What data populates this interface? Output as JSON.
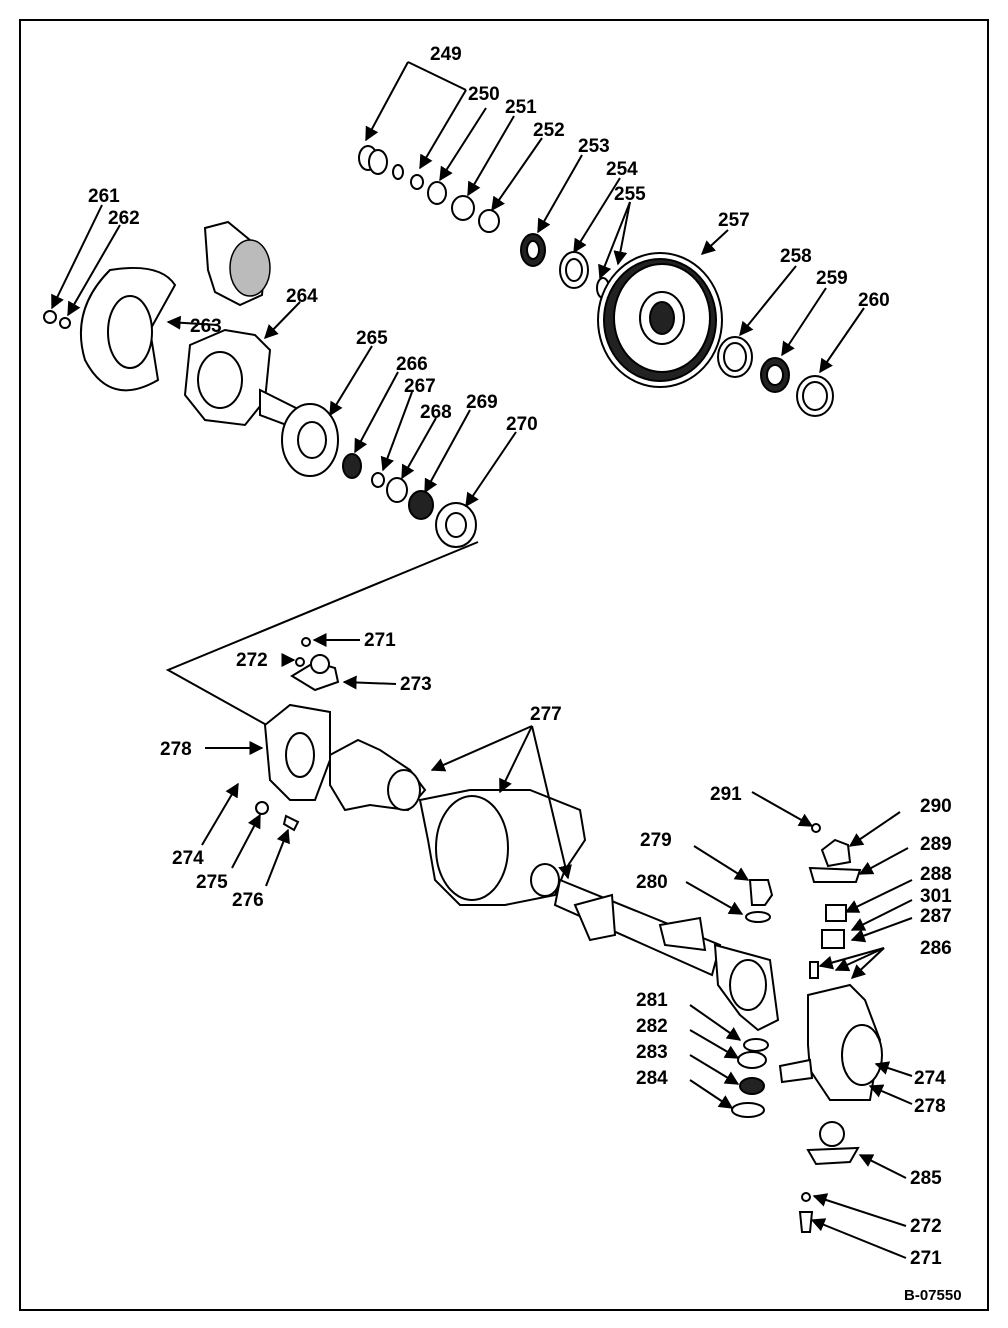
{
  "figure": {
    "reference_code": "B-07550",
    "callouts": {
      "c249": "249",
      "c250": "250",
      "c251": "251",
      "c252": "252",
      "c253": "253",
      "c254": "254",
      "c255": "255",
      "c257": "257",
      "c258": "258",
      "c259": "259",
      "c260": "260",
      "c261": "261",
      "c262": "262",
      "c263": "263",
      "c264": "264",
      "c265": "265",
      "c266": "266",
      "c267": "267",
      "c268": "268",
      "c269": "269",
      "c270": "270",
      "c271a": "271",
      "c272a": "272",
      "c273": "273",
      "c277": "277",
      "c278a": "278",
      "c274a": "274",
      "c275": "275",
      "c276": "276",
      "c291": "291",
      "c290": "290",
      "c279": "279",
      "c289": "289",
      "c288": "288",
      "c301": "301",
      "c287": "287",
      "c280": "280",
      "c286": "286",
      "c281": "281",
      "c282": "282",
      "c283": "283",
      "c284": "284",
      "c274b": "274",
      "c278b": "278",
      "c285": "285",
      "c272b": "272",
      "c271b": "271"
    }
  }
}
